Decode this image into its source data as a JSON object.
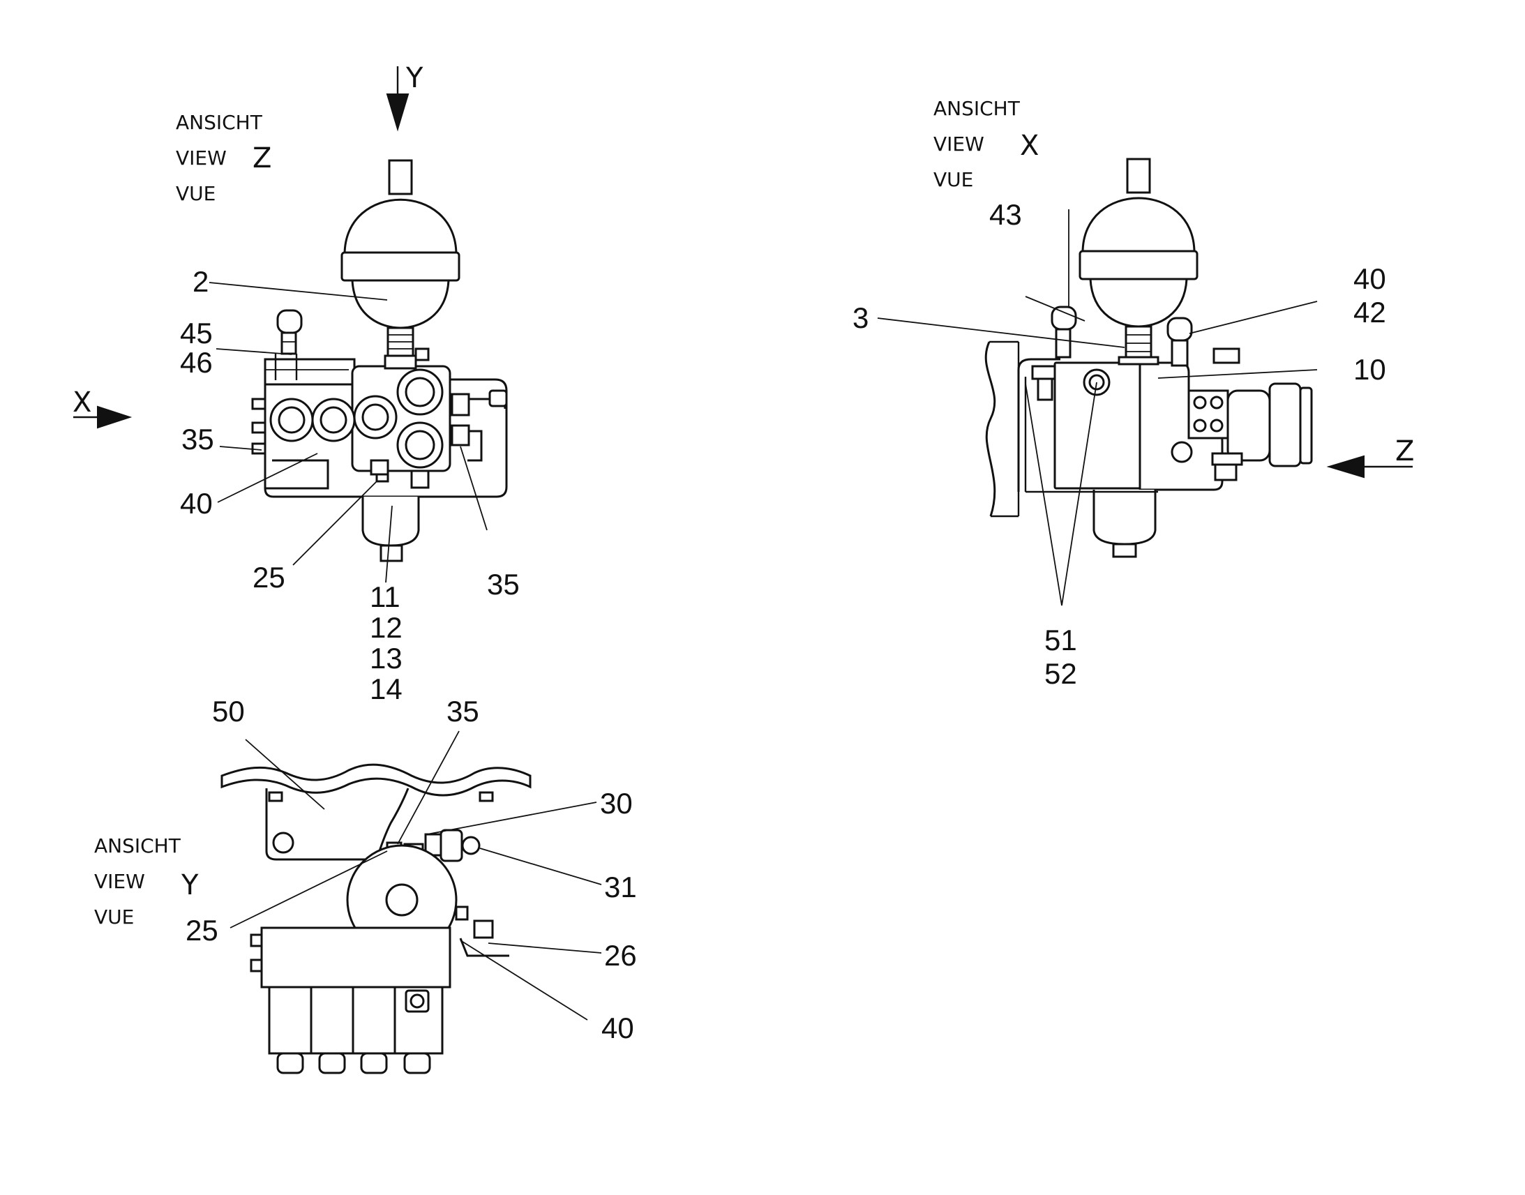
{
  "views": {
    "z": {
      "caption": [
        "ANSICHT",
        "VIEW",
        "VUE"
      ],
      "letter": "Z"
    },
    "x": {
      "caption": [
        "ANSICHT",
        "VIEW",
        "VUE"
      ],
      "letter": "X"
    },
    "y": {
      "caption": [
        "ANSICHT",
        "VIEW",
        "VUE"
      ],
      "letter": "Y"
    }
  },
  "arrows": {
    "y": "Y",
    "x": "X",
    "z": "Z"
  },
  "callouts": {
    "z_2": "2",
    "z_45": "45",
    "z_46": "46",
    "z_35_left": "35",
    "z_40": "40",
    "z_25": "25",
    "z_11": "11",
    "z_12": "12",
    "z_13": "13",
    "z_14": "14",
    "z_35_right": "35",
    "x_43": "43",
    "x_3": "3",
    "x_40": "40",
    "x_42": "42",
    "x_10": "10",
    "x_51": "51",
    "x_52": "52",
    "y_50": "50",
    "y_35": "35",
    "y_30": "30",
    "y_31": "31",
    "y_25": "25",
    "y_26": "26",
    "y_40": "40"
  }
}
